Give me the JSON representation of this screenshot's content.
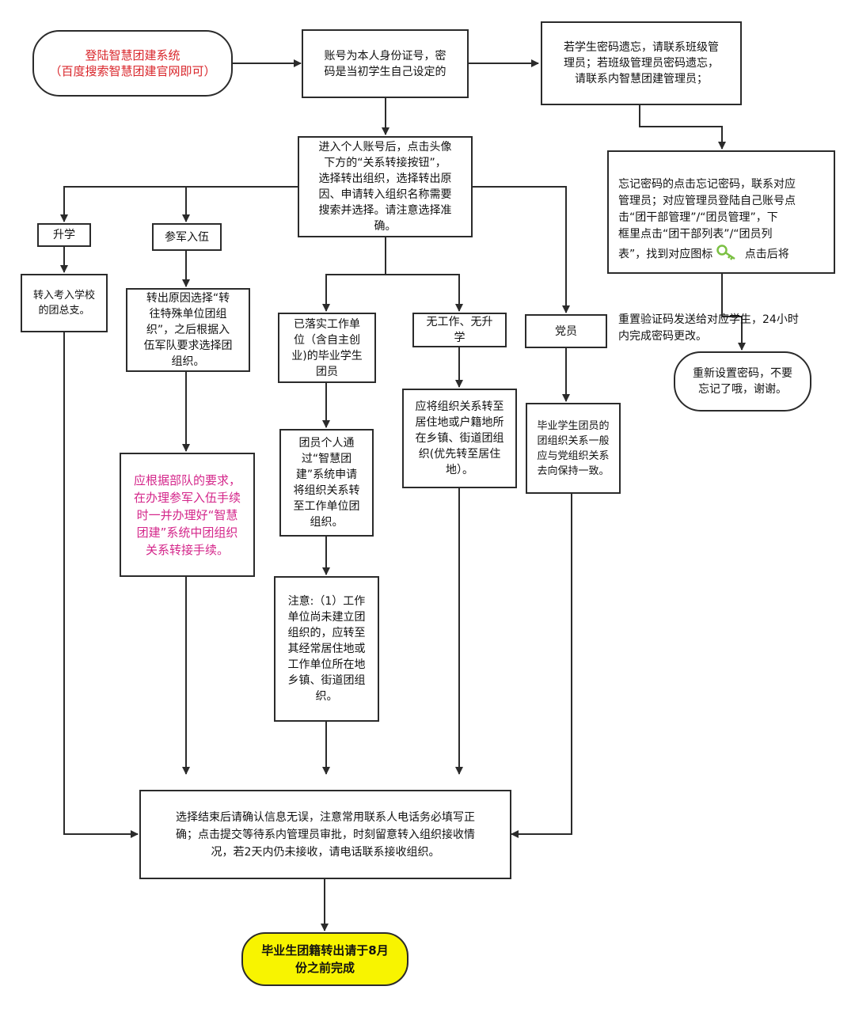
{
  "nodes": {
    "login": "登陆智慧团建系统\n（百度搜索智慧团建官网即可）",
    "account": "账号为本人身份证号，密\n码是当初学生自己设定的",
    "forgot": "若学生密码遗忘，请联系班级管\n理员；若班级管理员密码遗忘，\n请联系内智慧团建管理员；",
    "enter": "进入个人账号后，点击头像\n下方的“关系转接按钮”，\n选择转出组织，选择转出原\n因、申请转入组织名称需要\n搜索并选择。请注意选择准\n确。",
    "password_reset_part1": "忘记密码的点击忘记密码，联系对应\n管理员；对应管理员登陆自己账号点\n击“团干部管理”/“团员管理”，下\n框里点击“团干部列表”/“团员列\n表”，找到对应图标",
    "password_reset_part2": "点击后将",
    "password_reset_part3": "重置验证码发送给对应学生，24小时\n内完成密码更改。",
    "reset_done": "重新设置密码，不要\n忘记了哦，谢谢。",
    "further_study": "升学",
    "enlist": "参军入伍",
    "further_study_detail": "转入考入学校\n的团总支。",
    "enlist_detail": "转出原因选择“转\n往特殊单位团组\n织”，之后根据入\n伍军队要求选择团\n组织。",
    "enlist_note": "应根据部队的要求，\n在办理参军入伍手续\n时一并办理好“智慧\n团建”系统中团组织\n关系转接手续。",
    "employed": "已落实工作单\n位（含自主创\n业)的毕业学生\n团员",
    "employed_step": "团员个人通\n过“智慧团\n建”系统申请\n将组织关系转\n至工作单位团\n组织。",
    "employed_note": "注意:（1）工作\n单位尚未建立团\n组织的，应转至\n其经常居住地或\n工作单位所在地\n乡镇、街道团组\n织。",
    "unemployed": "无工作、无升\n学",
    "unemployed_detail": "应将组织关系转至\n居住地或户籍地所\n在乡镇、街道团组\n织(优先转至居住\n地）。",
    "party_member": "党员",
    "party_member_detail": "毕业学生团员的\n团组织关系一般\n应与党组织关系\n去向保持一致。",
    "confirm": "选择结束后请确认信息无误，注意常用联系人电话务必填写正\n确；点击提交等待系内管理员审批，时刻留意转入组织接收情\n况，若2天内仍未接收，请电话联系接收组织。",
    "deadline": "毕业生团籍转出请于8月\n份之前完成"
  },
  "colors": {
    "stroke": "#2b2b2b",
    "login_text": "#d9262b",
    "enlist_note_text": "#d4268a",
    "deadline_fill": "#f8f400",
    "key_icon": "#7bc043"
  }
}
